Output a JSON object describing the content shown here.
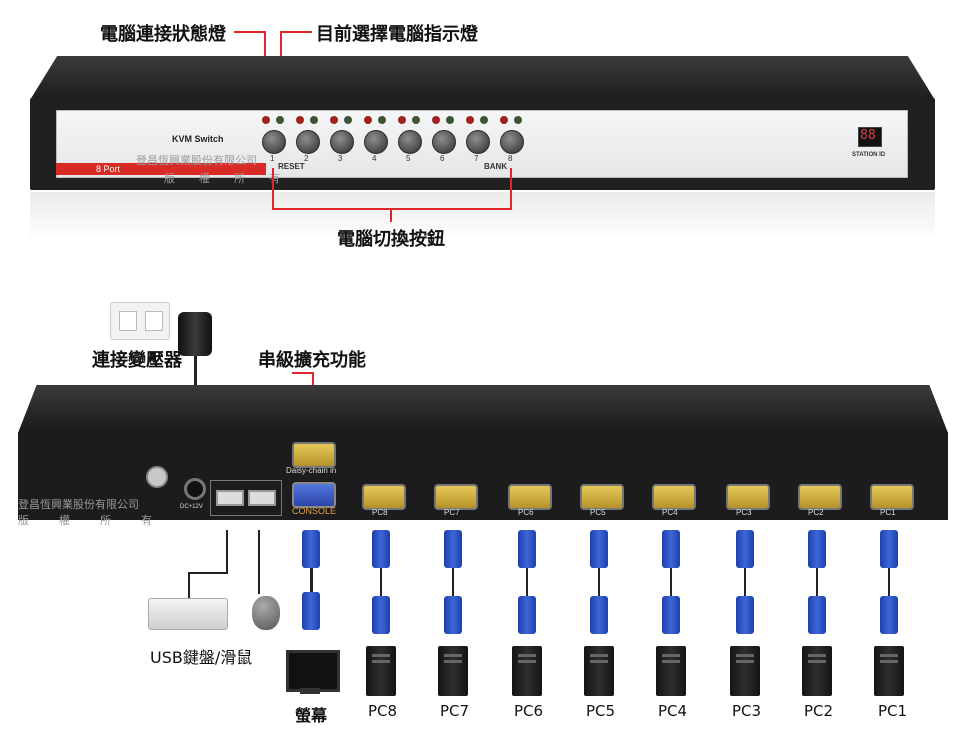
{
  "callouts": {
    "status_led": "電腦連接狀態燈",
    "selected_led": "目前選擇電腦指示燈",
    "switch_button": "電腦切換按鈕",
    "power": "連接變壓器",
    "daisy": "串級擴充功能"
  },
  "front": {
    "brand": "KVM  Switch",
    "port_label": "8 Port",
    "reset": "RESET",
    "bank": "BANK",
    "station": "STATION ID",
    "station_digit": "88",
    "buttons": [
      "1",
      "2",
      "3",
      "4",
      "5",
      "6",
      "7",
      "8"
    ]
  },
  "watermark": {
    "company": "登昌恆興業股份有限公司",
    "rights": [
      "版",
      "權",
      "所",
      "有"
    ]
  },
  "back": {
    "daisy_label": "Daisy-chain in",
    "console_label": "CONSOLE",
    "dc_label": "DC+12V",
    "ports": [
      "PC8",
      "PC7",
      "PC6",
      "PC5",
      "PC4",
      "PC3",
      "PC2",
      "PC1"
    ]
  },
  "bottom": {
    "usb_label": "USB鍵盤/滑鼠",
    "monitor_label": "螢幕",
    "pcs": [
      "PC8",
      "PC7",
      "PC6",
      "PC5",
      "PC4",
      "PC3",
      "PC2",
      "PC1"
    ]
  },
  "colors": {
    "accent_red": "#e0262b",
    "vga_gold": "#d4b040",
    "cable_blue": "#2f55c9"
  }
}
